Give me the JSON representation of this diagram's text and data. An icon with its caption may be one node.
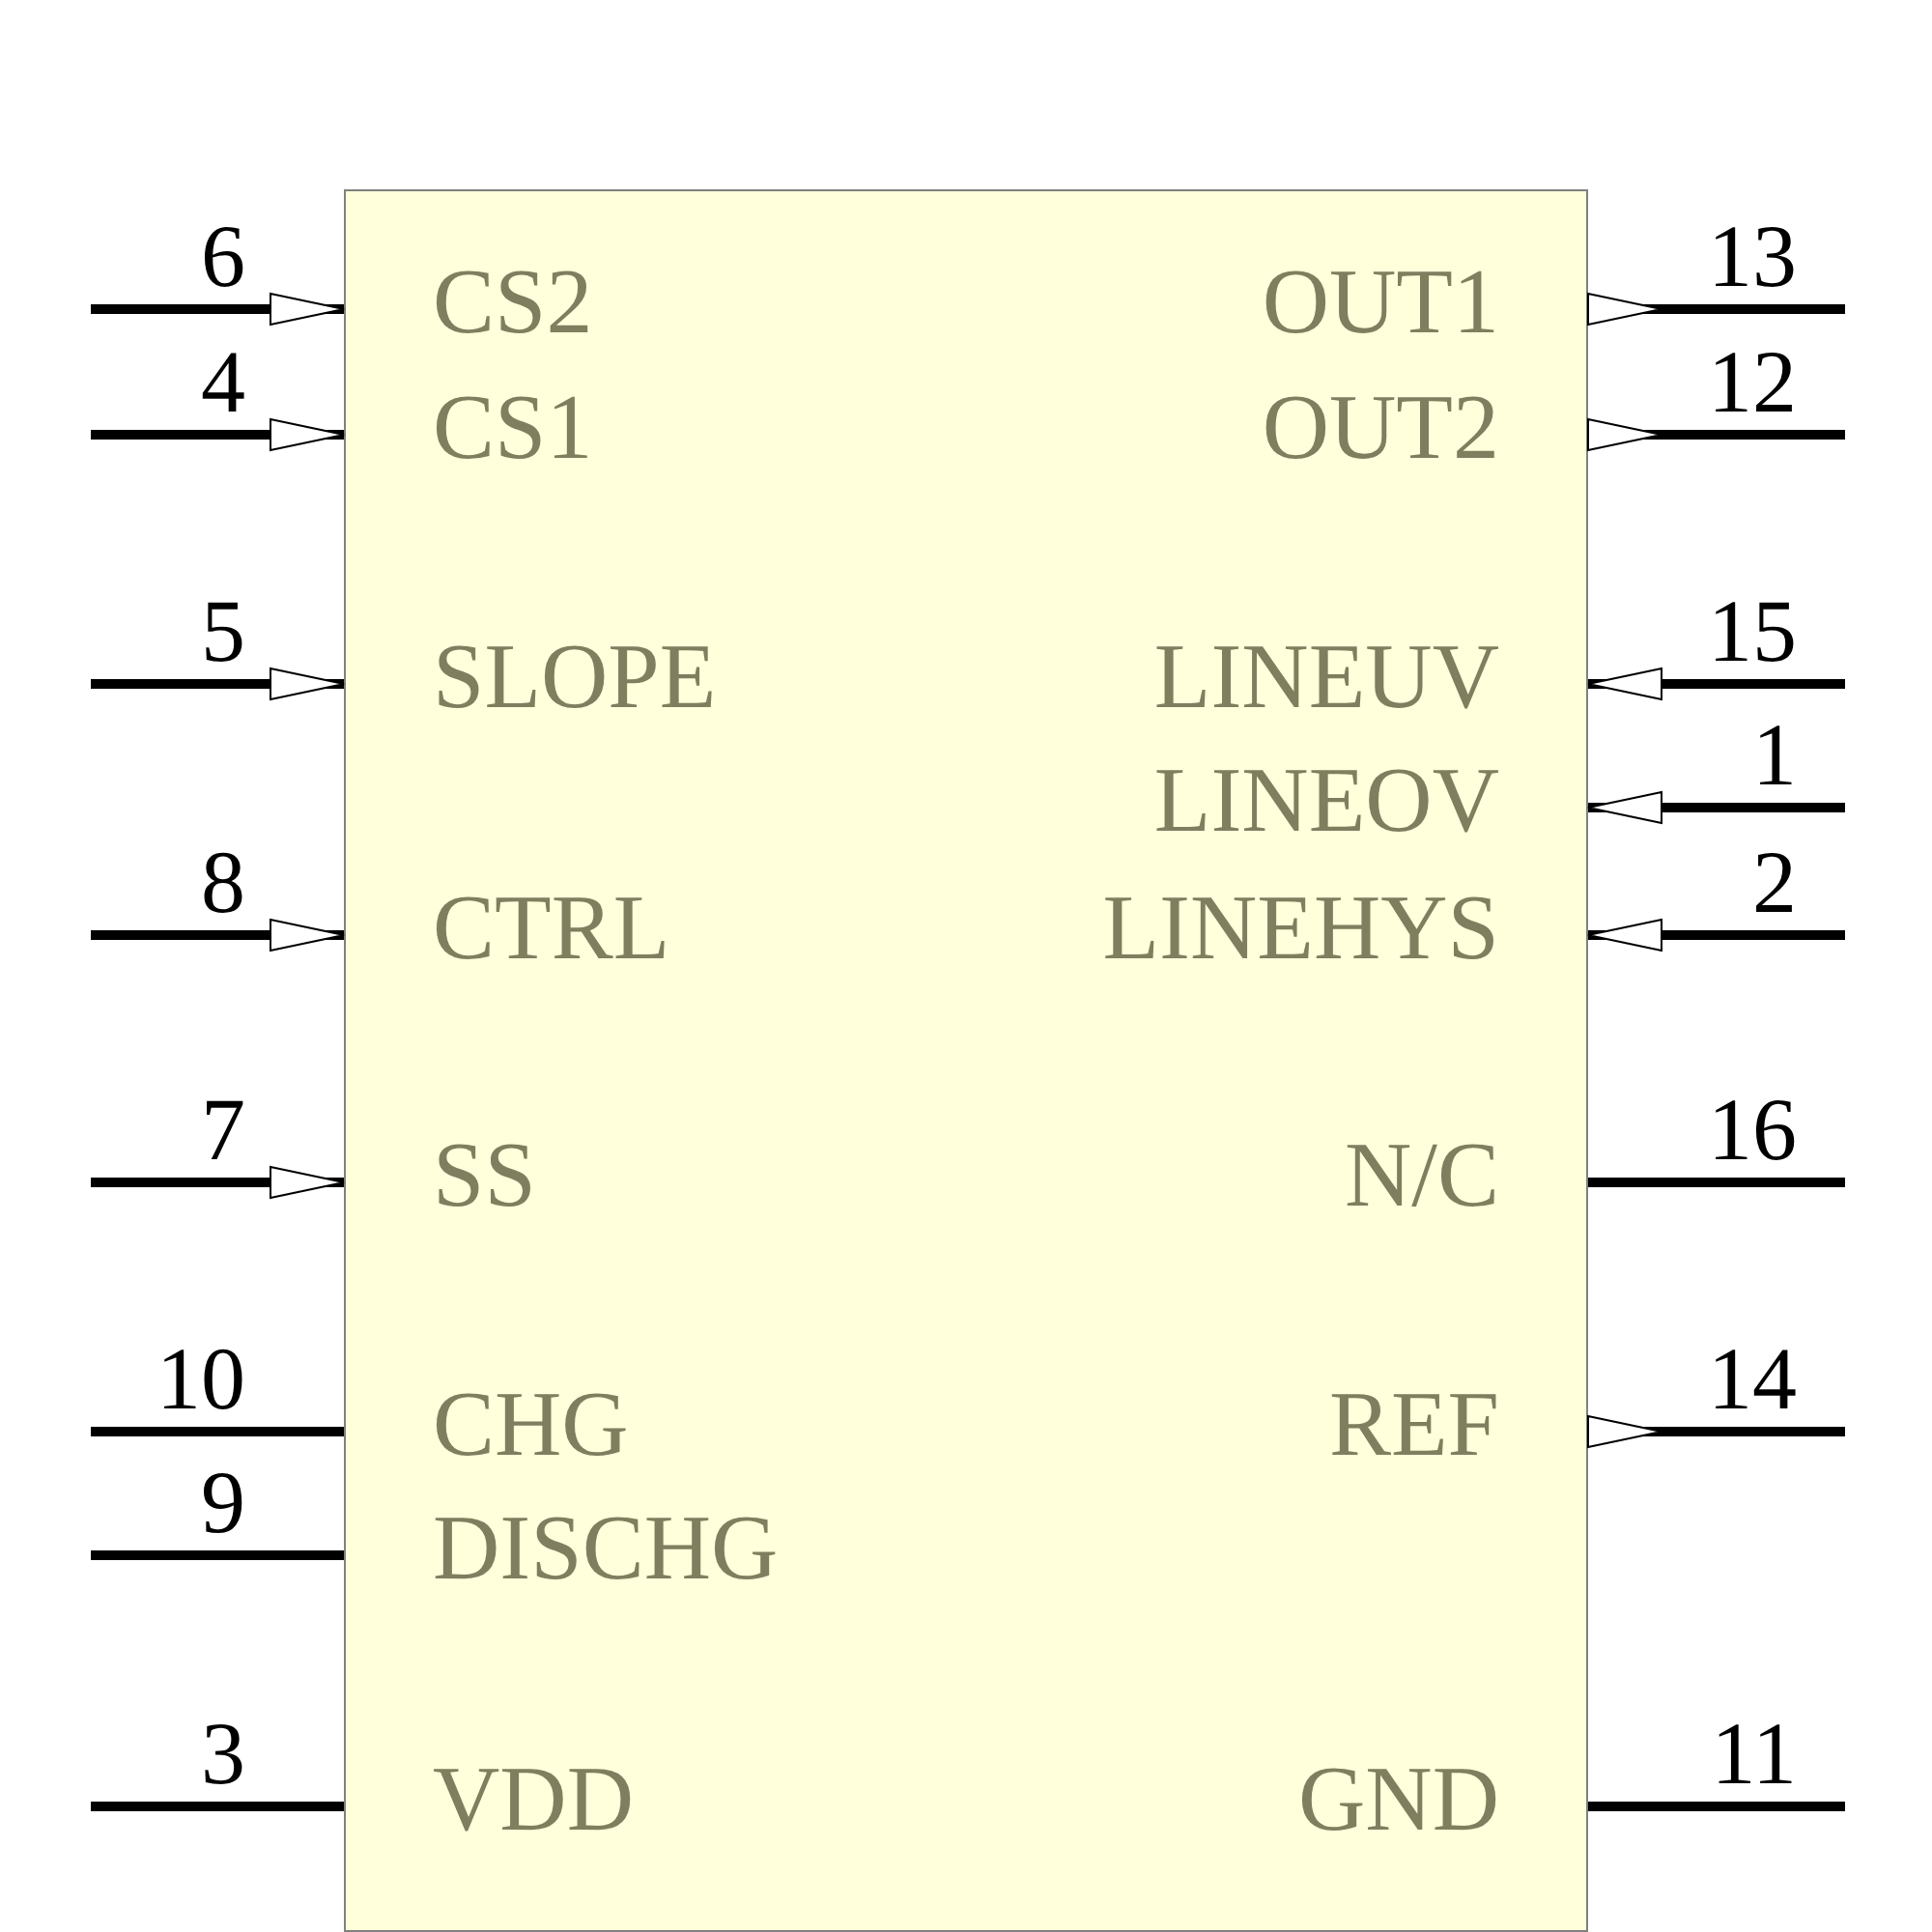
{
  "diagram": {
    "nodes": [
      {
        "text": [],
        "shape": "box"
      },
      {
        "text": [
          "CS2"
        ],
        "in": 0
      },
      {
        "text": [
          "OUT1"
        ],
        "in": 0
      },
      {
        "text": [
          "CS1"
        ],
        "in": 0
      },
      {
        "text": [
          "OUT2"
        ],
        "in": 0
      },
      {
        "text": [
          "SLOPE"
        ],
        "in": 0
      },
      {
        "text": [
          "LINEUV"
        ],
        "in": 0
      },
      {
        "text": [
          "LINEOV"
        ],
        "in": 0
      },
      {
        "text": [
          "CTRL"
        ],
        "in": 0
      },
      {
        "text": [
          "LINEHYS"
        ],
        "in": 0
      },
      {
        "text": [
          "SS"
        ],
        "in": 0
      },
      {
        "text": [
          "N/C"
        ],
        "in": 0
      },
      {
        "text": [
          "CHG"
        ],
        "in": 0
      },
      {
        "text": [
          "REF"
        ],
        "in": 0
      },
      {
        "text": [
          "DISCHG"
        ],
        "in": 0
      },
      {
        "text": [
          "VDD"
        ],
        "in": 0
      },
      {
        "text": [
          "GND"
        ],
        "in": 0
      }
    ],
    "edges": [
      {
        "from": null,
        "to": 1,
        "arrow": "to",
        "label": "6"
      },
      {
        "from": 2,
        "to": null,
        "arrow": "other",
        "label": "13"
      },
      {
        "from": null,
        "to": 3,
        "arrow": "to",
        "label": "4"
      },
      {
        "from": 4,
        "to": null,
        "arrow": "other",
        "label": "12"
      },
      {
        "from": null,
        "to": 5,
        "arrow": "to",
        "label": "5"
      },
      {
        "from": null,
        "to": 6,
        "arrow": "to",
        "label": "15"
      },
      {
        "from": null,
        "to": 7,
        "arrow": "to",
        "label": "1"
      },
      {
        "from": null,
        "to": 8,
        "arrow": "to",
        "label": "8"
      },
      {
        "from": null,
        "to": 9,
        "arrow": "to",
        "label": "2"
      },
      {
        "from": null,
        "to": 10,
        "arrow": "to",
        "label": "7"
      },
      {
        "from": 11,
        "to": null,
        "arrow": "none",
        "label": "16"
      },
      {
        "from": null,
        "to": 12,
        "arrow": "none",
        "label": "10"
      },
      {
        "from": 13,
        "to": null,
        "arrow": "other",
        "label": "14"
      },
      {
        "from": null,
        "to": 14,
        "arrow": "none",
        "label": "9"
      },
      {
        "from": null,
        "to": 15,
        "arrow": "none",
        "label": "3"
      },
      {
        "from": 16,
        "to": null,
        "arrow": "none",
        "label": "11"
      }
    ]
  }
}
